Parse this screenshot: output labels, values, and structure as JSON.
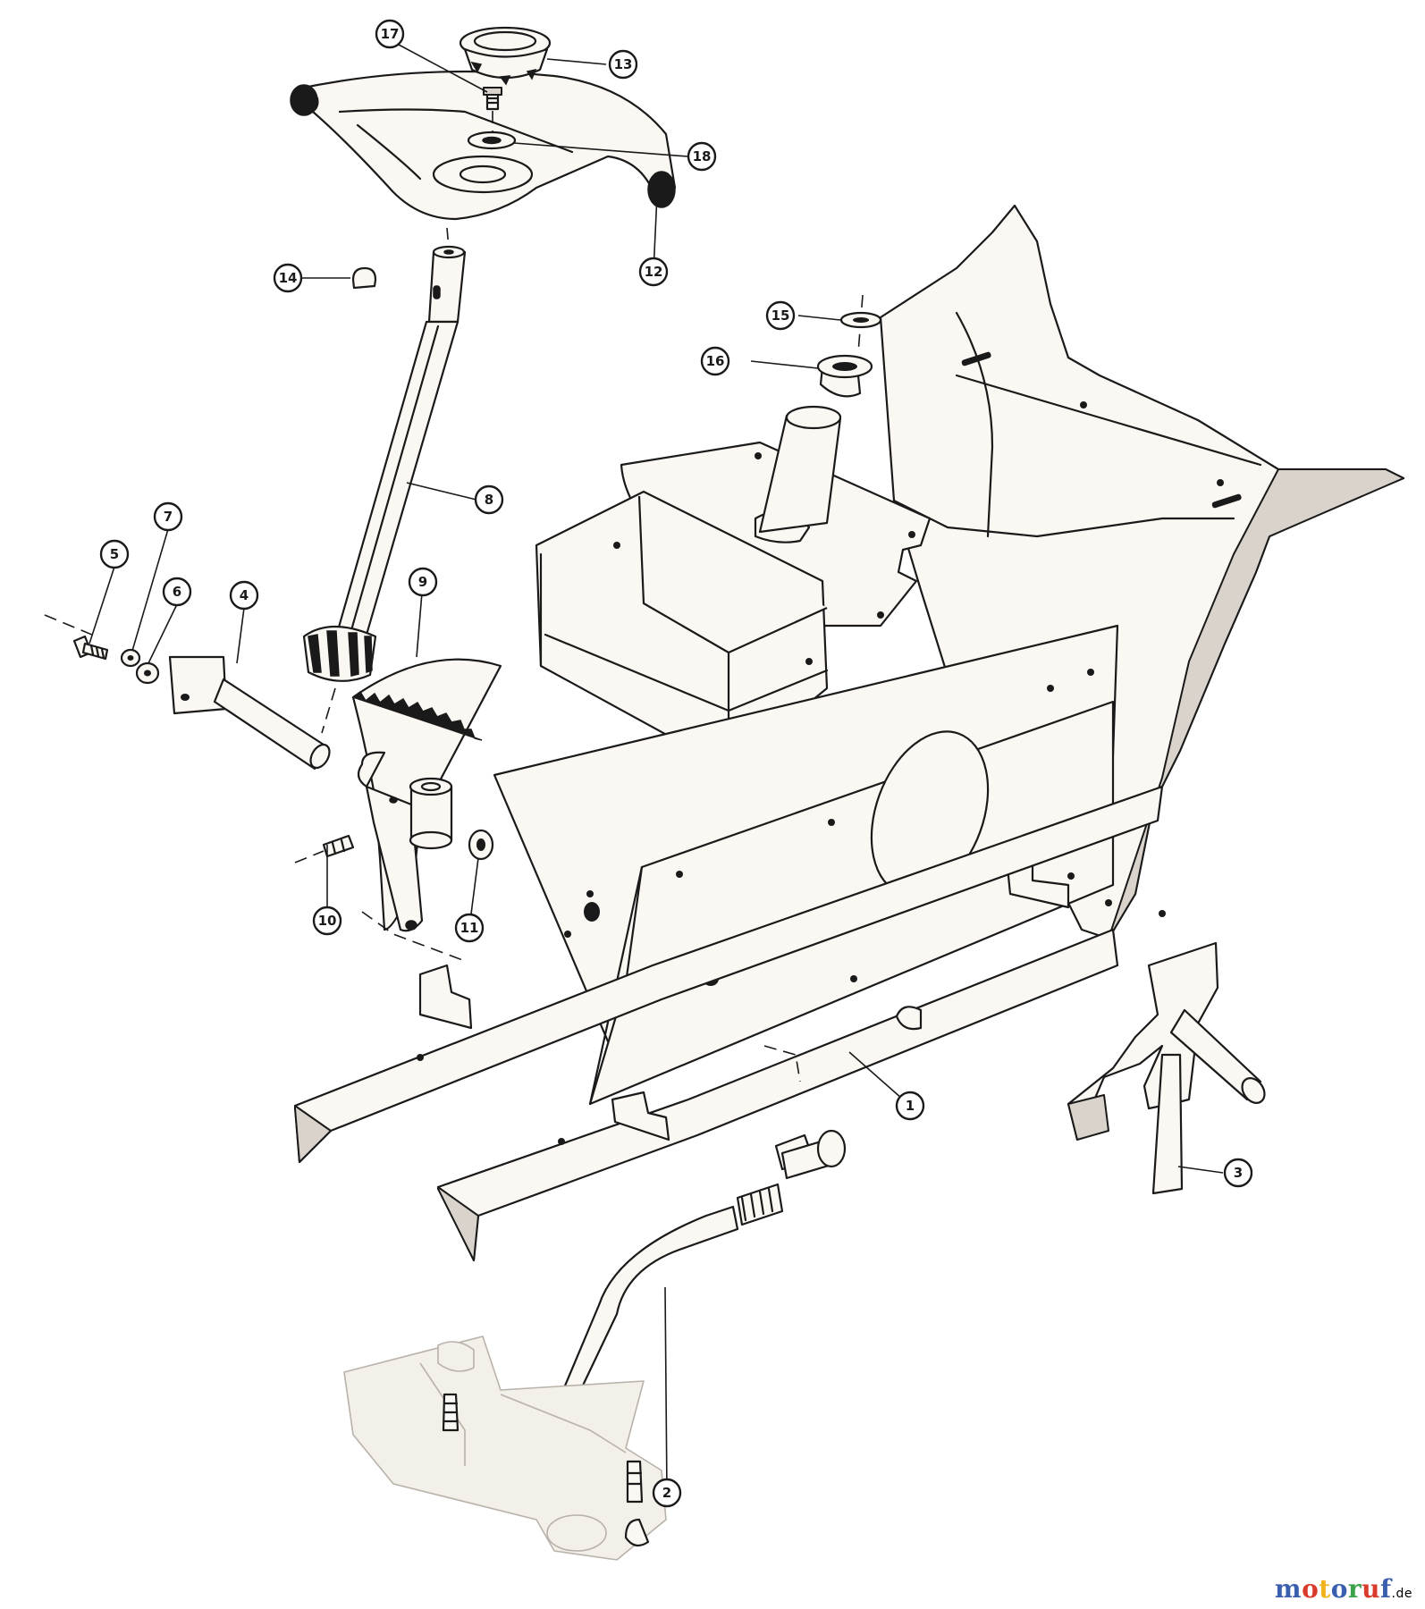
{
  "callouts": [
    {
      "label": "1"
    },
    {
      "label": "2"
    },
    {
      "label": "3"
    },
    {
      "label": "4"
    },
    {
      "label": "5"
    },
    {
      "label": "6"
    },
    {
      "label": "7"
    },
    {
      "label": "8"
    },
    {
      "label": "9"
    },
    {
      "label": "10"
    },
    {
      "label": "11"
    },
    {
      "label": "12"
    },
    {
      "label": "13"
    },
    {
      "label": "14"
    },
    {
      "label": "15"
    },
    {
      "label": "16"
    },
    {
      "label": "17"
    },
    {
      "label": "18"
    }
  ],
  "watermark": {
    "parts": [
      {
        "text": "m",
        "color": "#3a5fae"
      },
      {
        "text": "o",
        "color": "#d93a2b"
      },
      {
        "text": "t",
        "color": "#f2b21b"
      },
      {
        "text": "o",
        "color": "#3a5fae"
      },
      {
        "text": "r",
        "color": "#3aa34a"
      },
      {
        "text": "u",
        "color": "#d93a2b"
      },
      {
        "text": "f",
        "color": "#3a5fae"
      }
    ],
    "tld": ".de"
  }
}
